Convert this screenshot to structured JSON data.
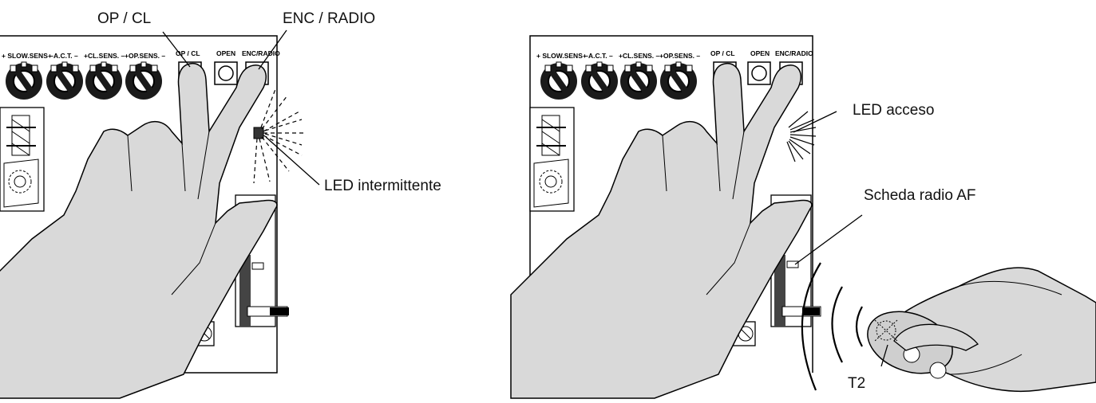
{
  "board_labels": {
    "slow_sens": "+ SLOW.SENS –",
    "act": "+ A.C.T. –",
    "cl_sens": "+CL.SENS. –",
    "op_sens": "+OP.SENS. –",
    "op_cl": "OP / CL",
    "open": "OPEN",
    "enc_radio": "ENC/RADIO"
  },
  "left_panel": {
    "callout_op_cl": "OP / CL",
    "callout_enc_radio": "ENC / RADIO",
    "callout_led": "LED intermittente"
  },
  "right_panel": {
    "callout_led": "LED acceso",
    "callout_radio": "Scheda radio AF",
    "callout_t2": "T2"
  },
  "colors": {
    "skin": "#d9d9d9",
    "board": "#ffffff",
    "ink": "#000000",
    "knob": "#1a1a1a"
  }
}
